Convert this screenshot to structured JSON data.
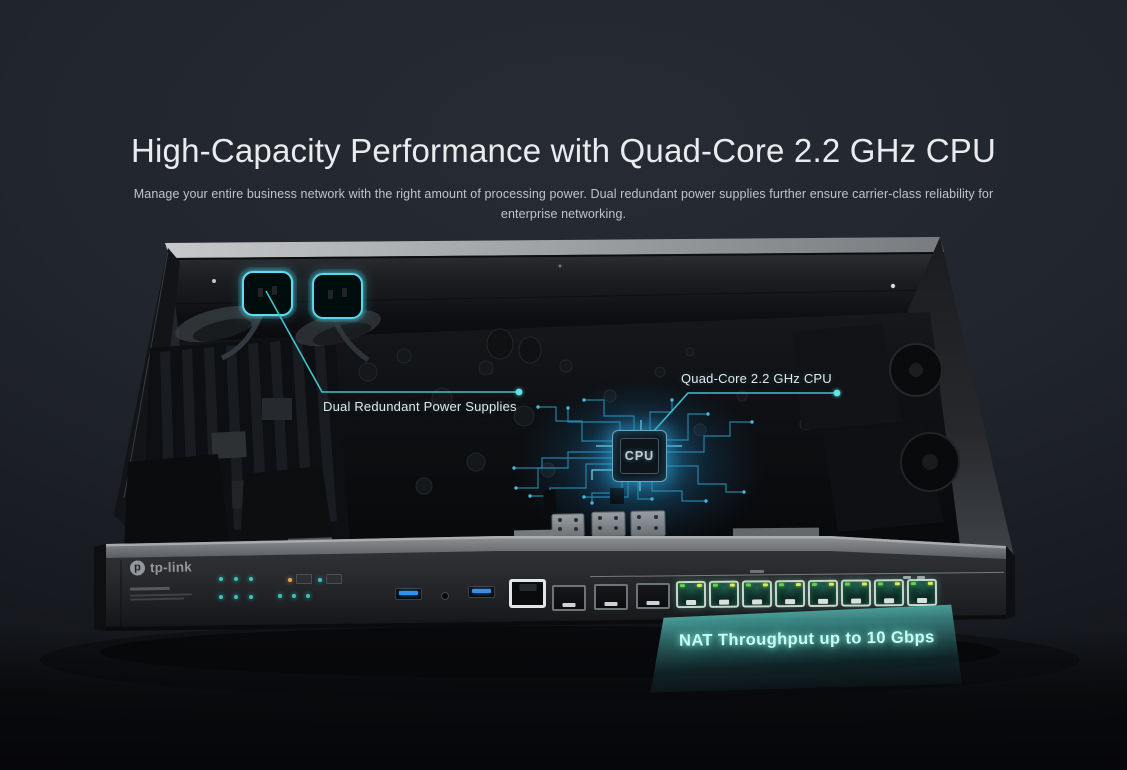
{
  "section": {
    "title": "High-Capacity Performance with Quad-Core 2.2 GHz CPU",
    "subtitle": "Manage your entire business network with the right amount of processing power. Dual redundant power supplies further ensure carrier-class reliability for enterprise networking."
  },
  "callouts": {
    "power_supplies": {
      "label": "Dual Redundant Power Supplies"
    },
    "cpu": {
      "label": "Quad-Core 2.2 GHz CPU"
    },
    "nat": {
      "label": "NAT Throughput up to 10 Gbps"
    }
  },
  "device": {
    "brand_logo": "tp-link",
    "brand_icon_letter": "p",
    "cpu_chip_text": "CPU",
    "ethernet_port_count": 8
  },
  "colors": {
    "accent_teal": "#40c4ce",
    "cpu_glow_cyan": "#55d8ec",
    "nat_text_teal": "#c9fff5",
    "port_led_green": "#66cf4e",
    "background_dark": "#0b0c0f"
  }
}
